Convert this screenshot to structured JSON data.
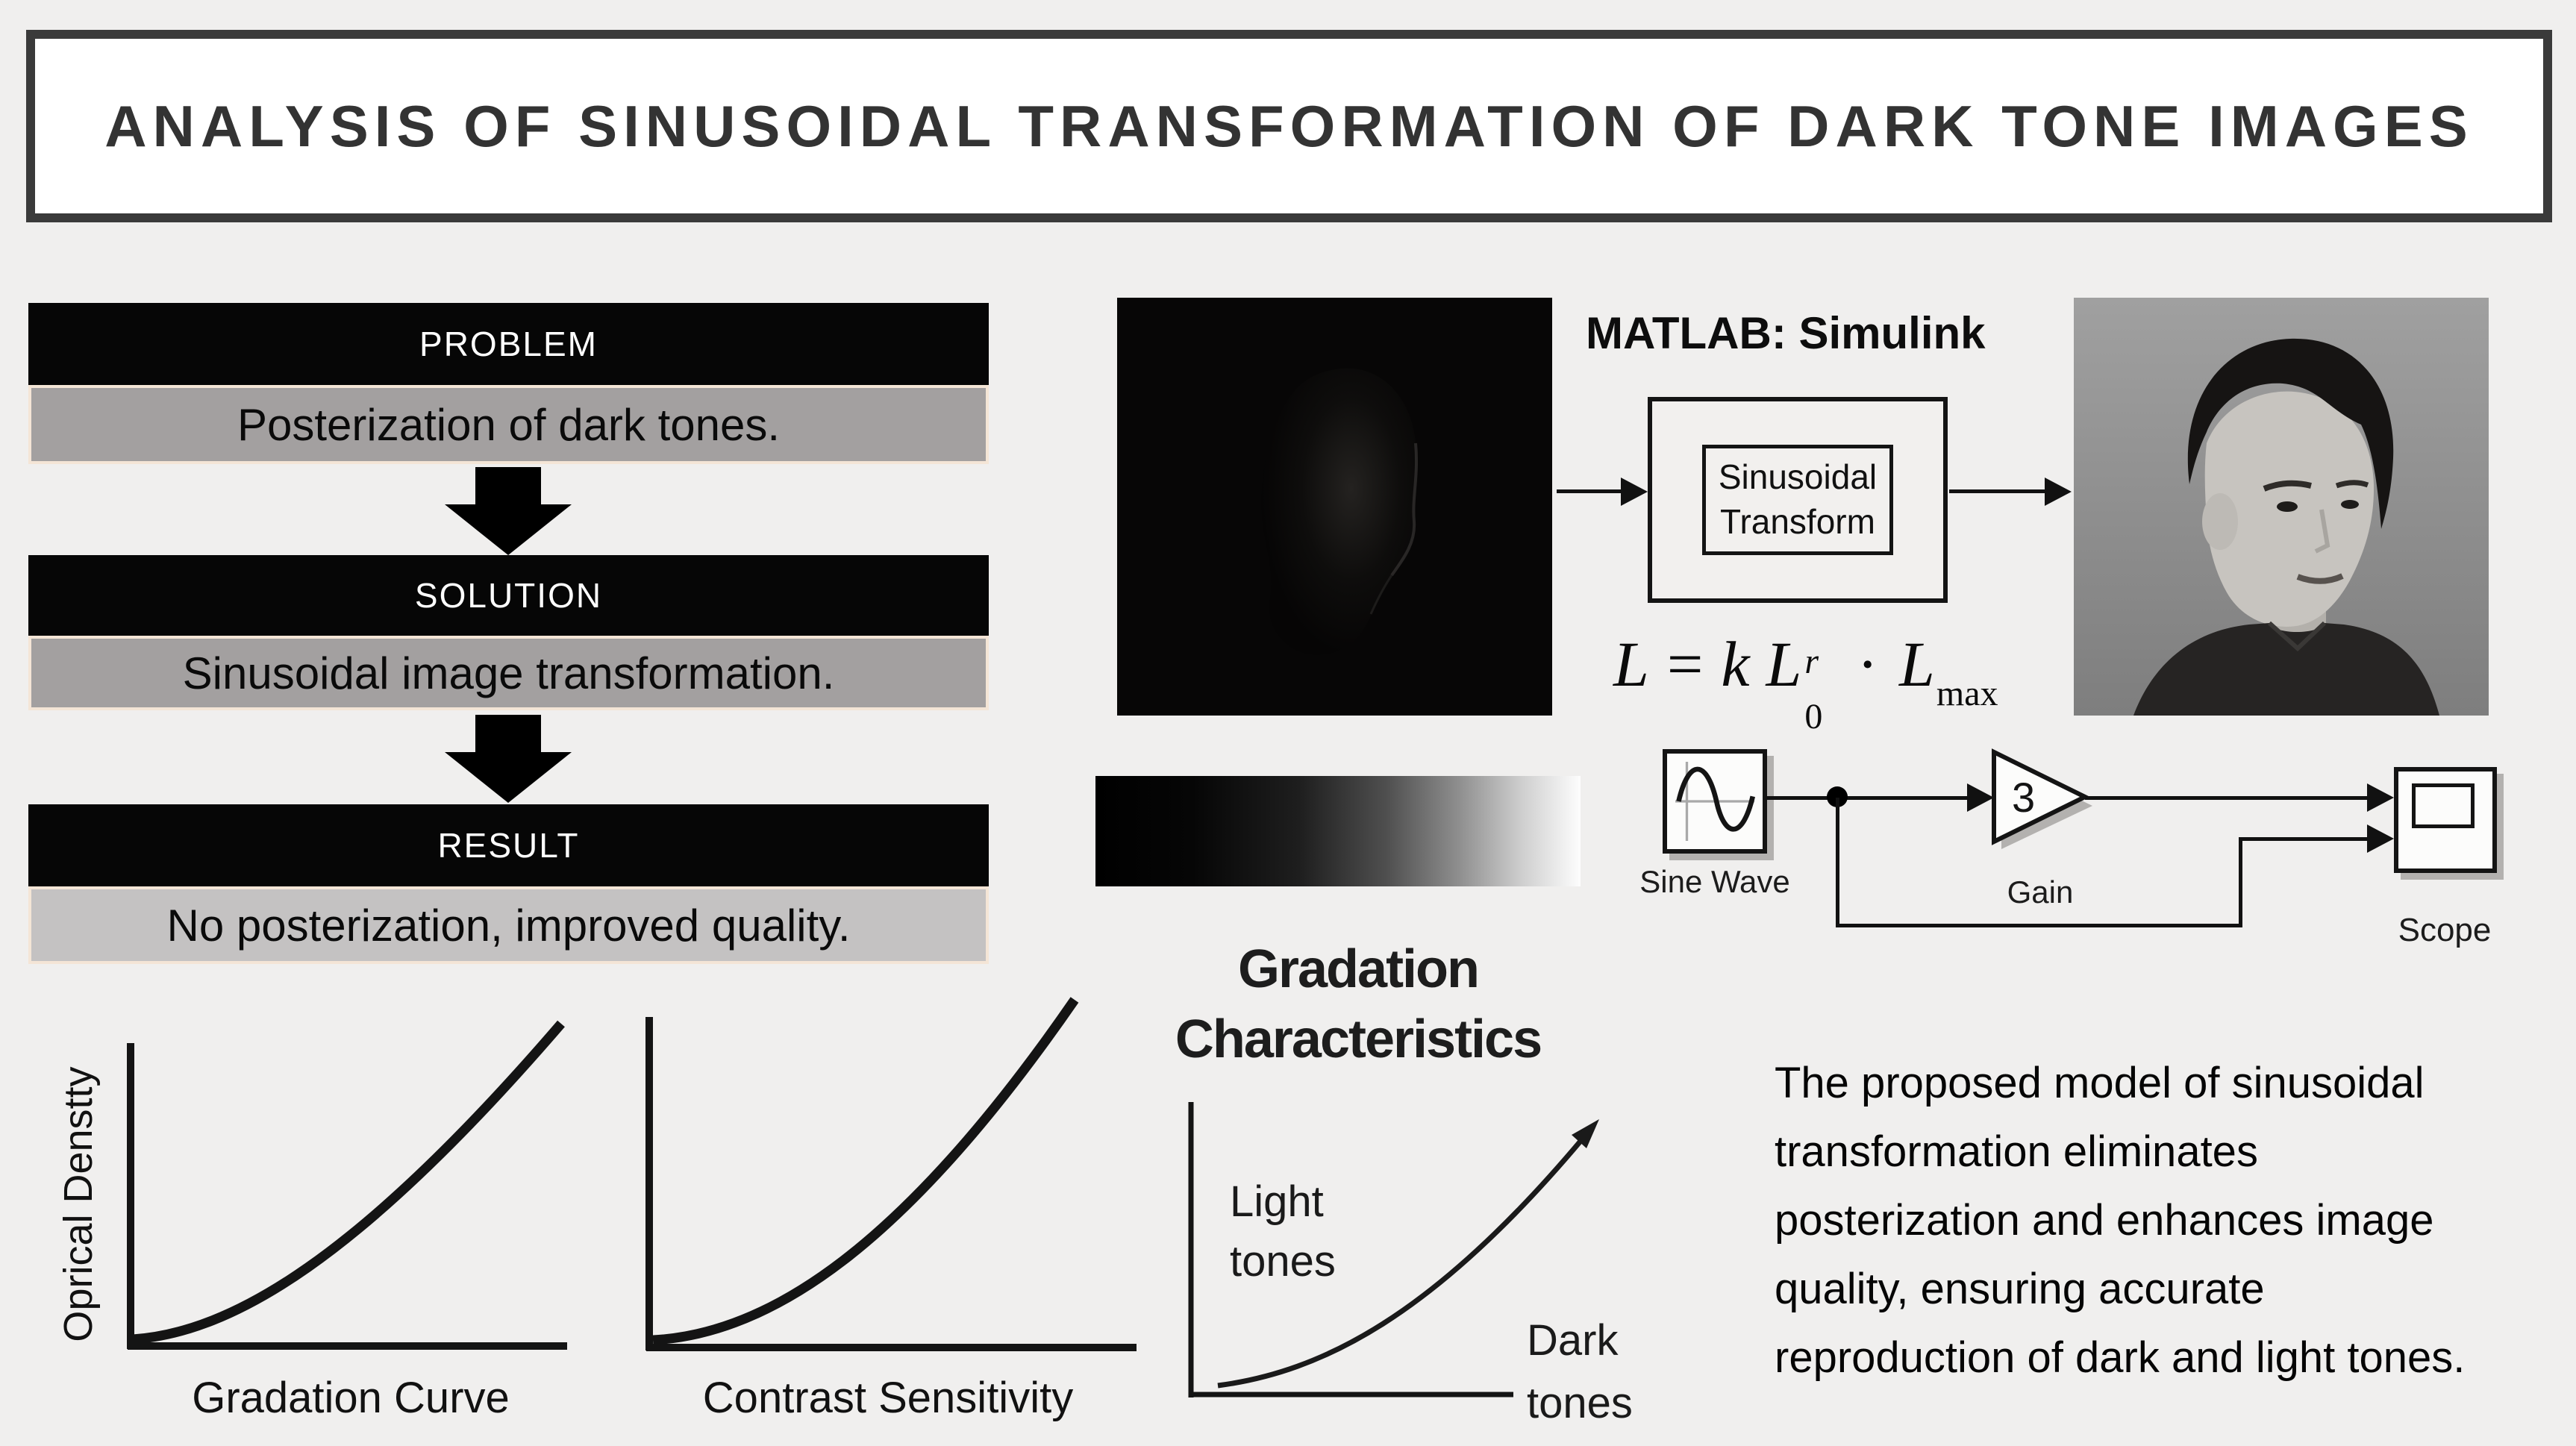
{
  "slide": {
    "background": "#f0efee"
  },
  "title": {
    "text": "ANALYSIS OF SINUSOIDAL TRANSFORMATION OF DARK TONE IMAGES"
  },
  "flow": {
    "steps": [
      {
        "header": "PROBLEM",
        "body": "Posterization of dark tones."
      },
      {
        "header": "SOLUTION",
        "body": "Sinusoidal image transformation."
      },
      {
        "header": "RESULT",
        "body": "No posterization, improved quality."
      }
    ],
    "colors": {
      "header_bg": "#060606",
      "header_text": "#ffffff",
      "body_bg": "#a3a0a0",
      "result_body_bg": "#c4c2c2",
      "body_border": "#f4e5d6"
    }
  },
  "matlab": {
    "app_label": "MATLAB: Simulink",
    "transform_block": {
      "line1": "Sinusoidal",
      "line2": "Transform"
    },
    "formula": {
      "L": "L",
      "equals": "=",
      "k": "k",
      "L0": "L",
      "sup": "r",
      "sub": "0",
      "dot": "·",
      "Lmax": "L",
      "max_sub": "max"
    },
    "blocks": {
      "sine_wave": "Sine Wave",
      "gain": "Gain",
      "gain_value": "3",
      "scope": "Scope"
    }
  },
  "gradation": {
    "heading_line1": "Gradation",
    "heading_line2": "Characteristics",
    "light_label_line1": "Light",
    "light_label_line2": "tones",
    "dark_label_line1": "Dark",
    "dark_label_line2": "tones"
  },
  "bottom_charts": {
    "chart1_ylabel": "Oprical Denstty",
    "chart1_caption": "Gradation Curve",
    "chart2_caption": "Contrast Sensitivity"
  },
  "summary": {
    "lines": [
      "The proposed model of sinusoidal",
      "transformation eliminates",
      "posterization and enhances image",
      "quality, ensuring accurate",
      "reproduction of dark and light tones."
    ]
  }
}
